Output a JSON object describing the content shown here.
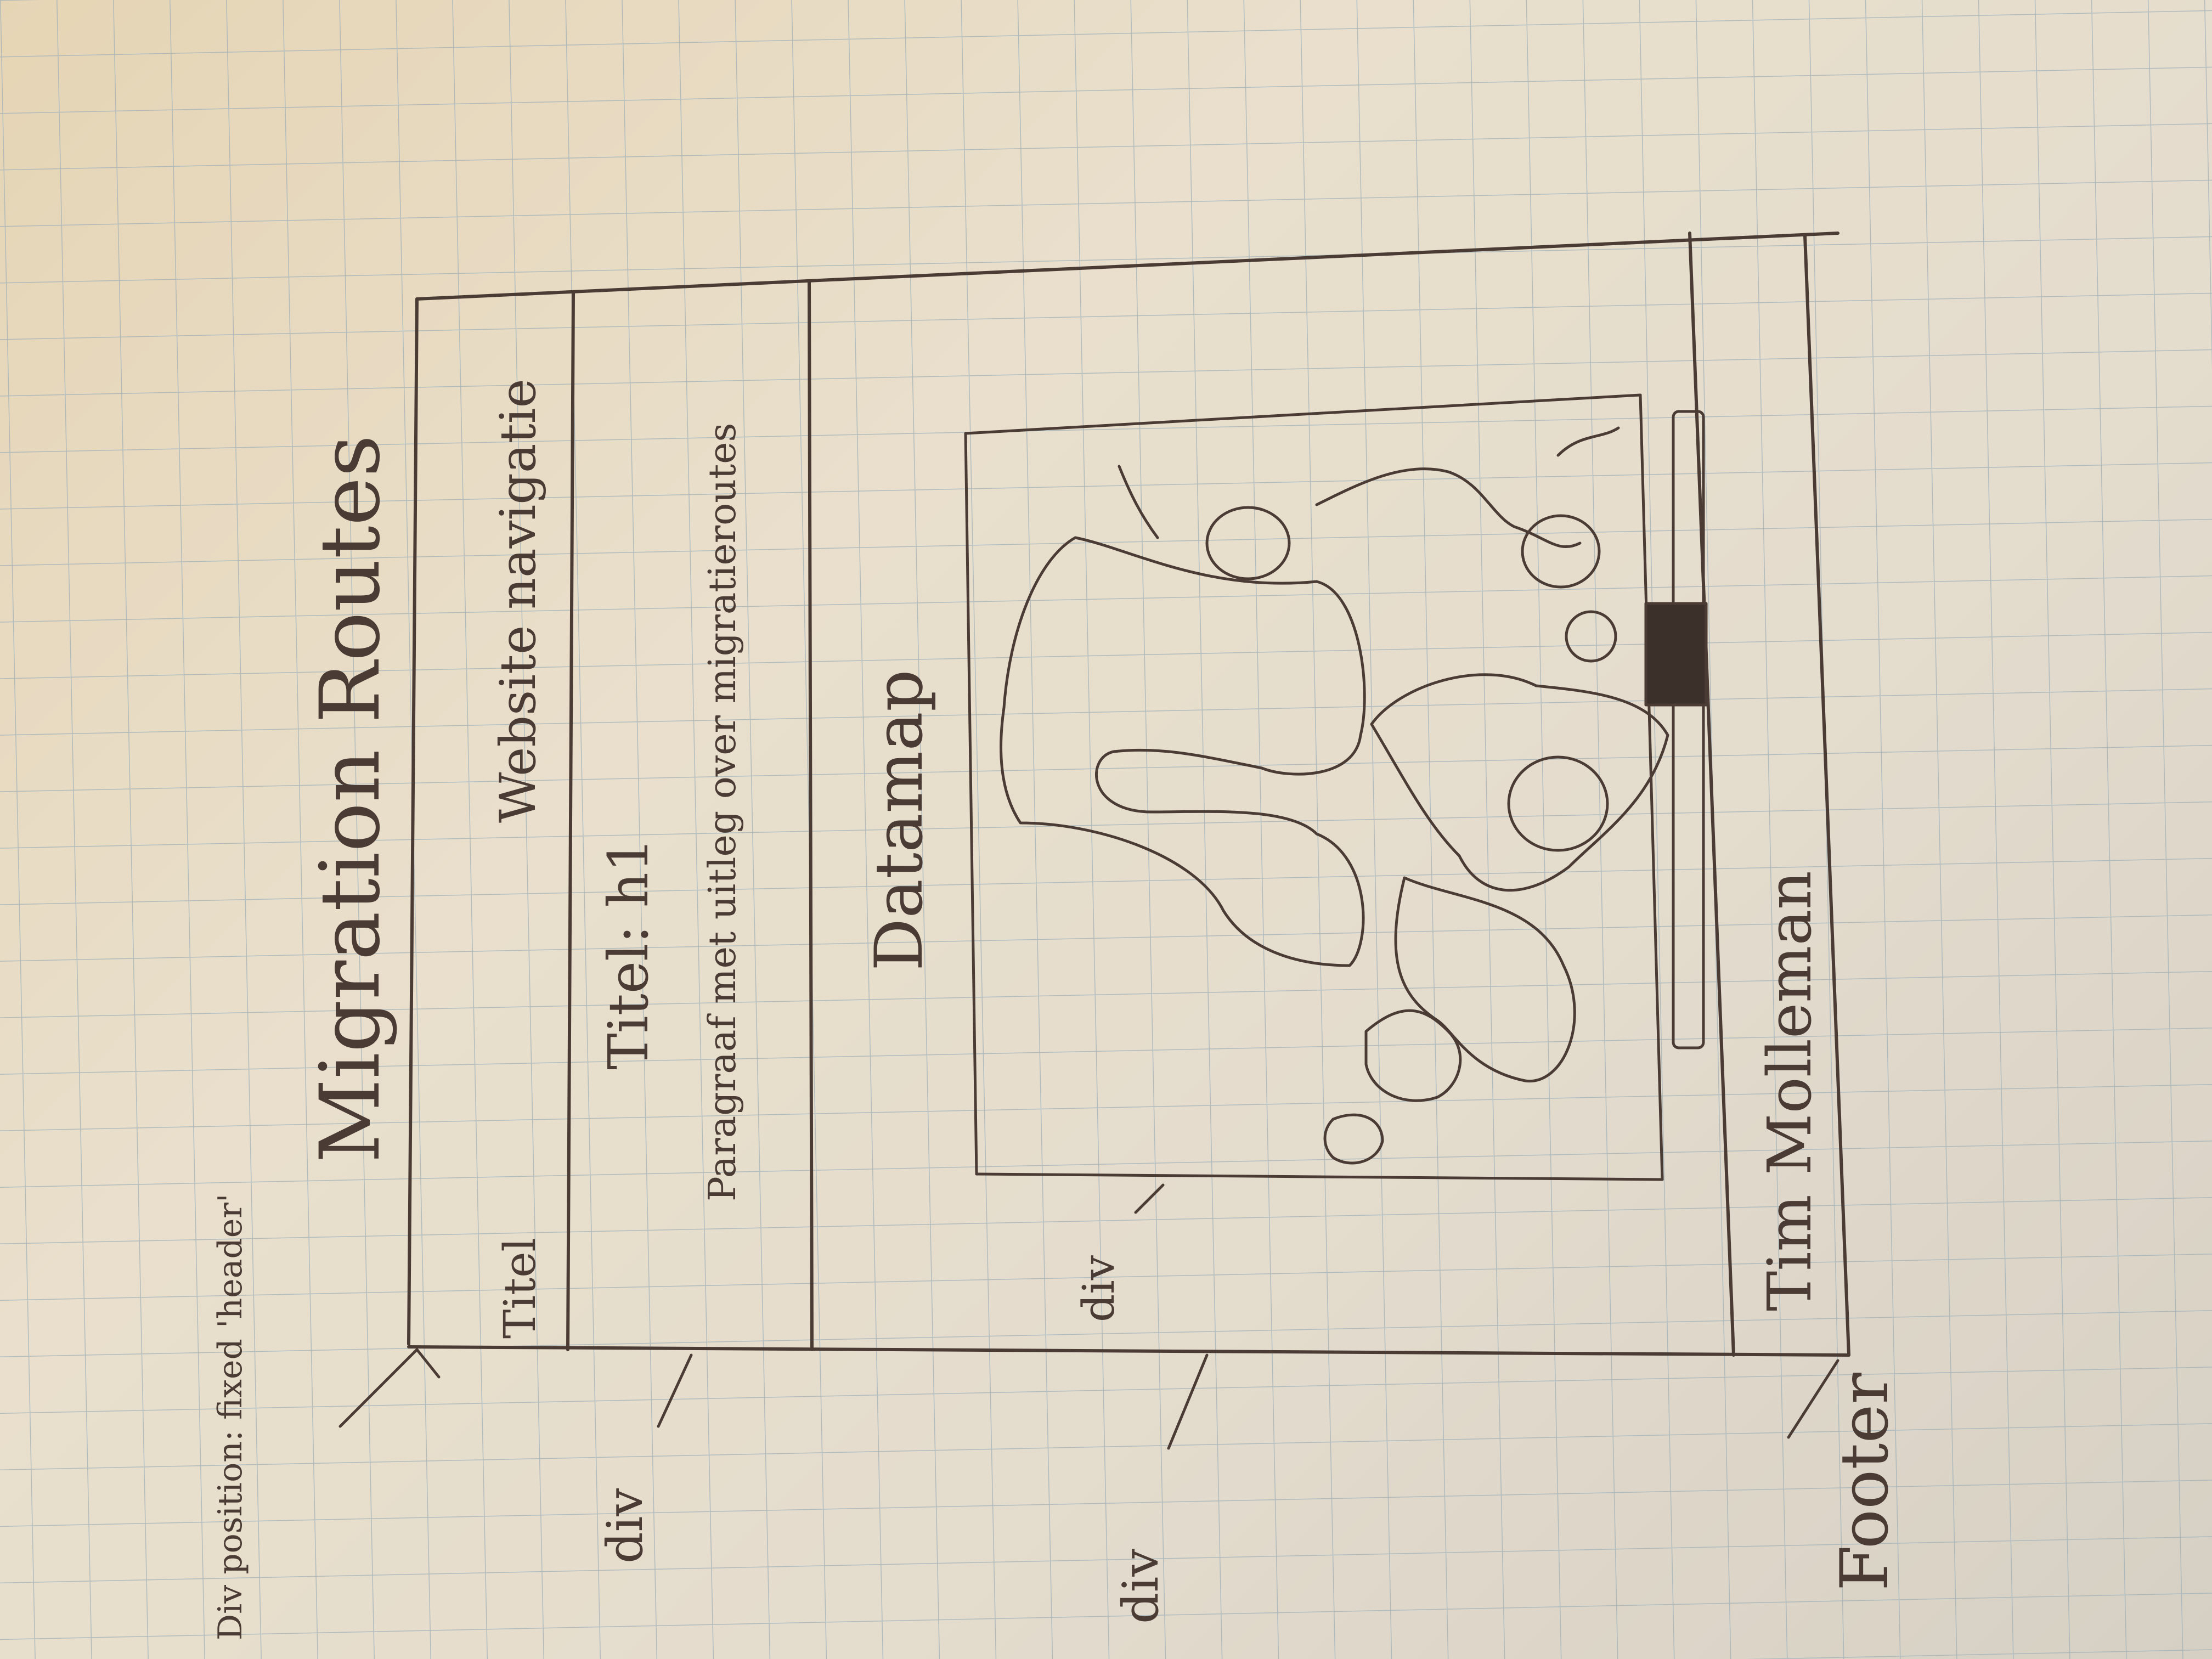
{
  "sketch": {
    "header_note": "Div position: fixed 'header'",
    "header": {
      "title_label": "Titel",
      "title_text": "Migration Routes",
      "nav_label": "Website navigatie"
    },
    "intro": {
      "h1_label": "Titel: h1",
      "paragraph_label": "Paragraaf met uitleg over migratieroutes"
    },
    "map": {
      "label": "Datamap"
    },
    "footer": {
      "text": "Tim Molleman"
    },
    "annotations": {
      "div_intro": "div",
      "div_map": "div",
      "div_map_inner": "div",
      "footer": "Footer"
    }
  },
  "colors": {
    "paper": "#e6dccb",
    "grid": "#9fb0b8",
    "ink": "#4a3b34"
  }
}
